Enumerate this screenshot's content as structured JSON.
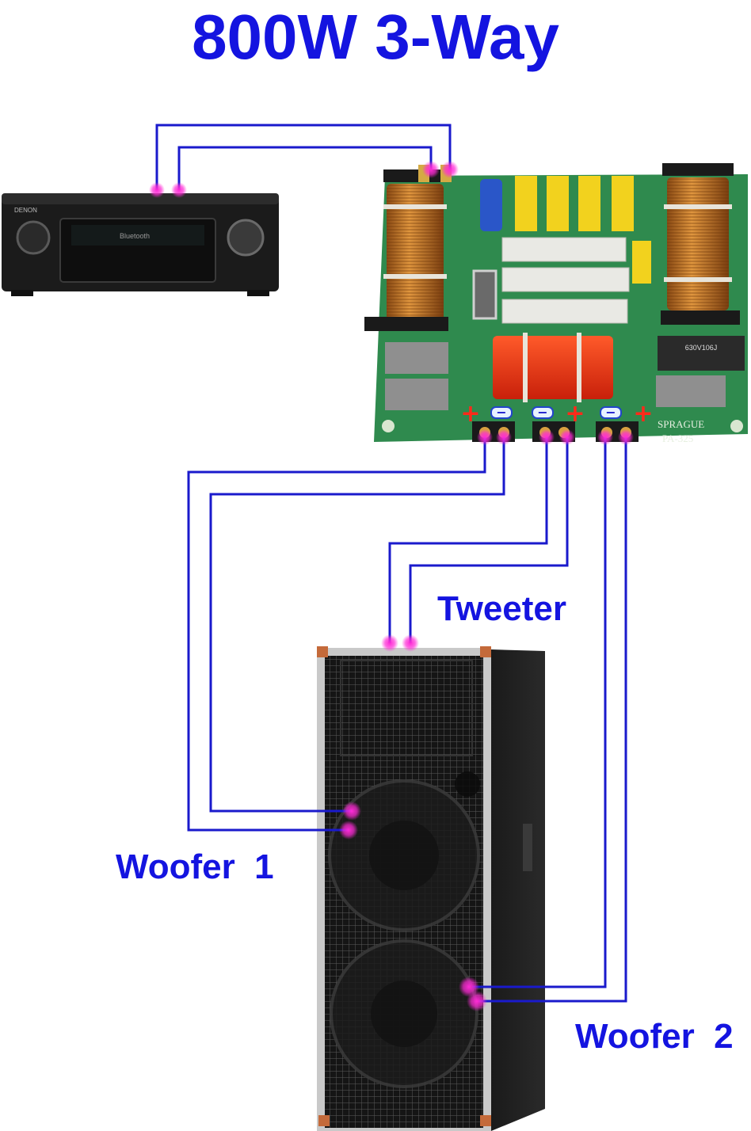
{
  "title": "800W 3-Way",
  "labels": {
    "tweeter": "Tweeter",
    "woofer1": "Woofer  1",
    "woofer2": "Woofer  2"
  },
  "receiver": {
    "brand": "DENON",
    "display_text": "Bluetooth"
  },
  "crossover": {
    "silk_brand": "SPRAGUE",
    "silk_model": "PA-325",
    "cap_label": "630V106J",
    "terminal_marks": [
      "+",
      "−",
      "−",
      "+",
      "−",
      "+"
    ]
  },
  "colors": {
    "title": "#1414e0",
    "wire": "#1a1acc",
    "connector_glow": "#ff2bd6",
    "pcb": "#2f8a4e",
    "coil": "#c8762a",
    "plus_sign": "#ff2a1a"
  }
}
